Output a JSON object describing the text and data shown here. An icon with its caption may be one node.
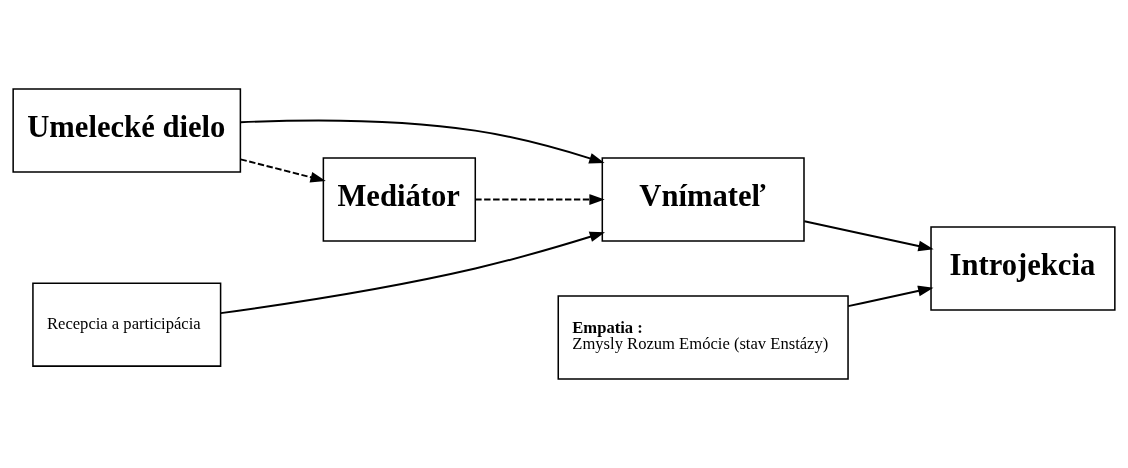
{
  "diagram": {
    "nodes": [
      {
        "text": [
          "Umelecké dielo"
        ]
      },
      {
        "text": [
          "Recepcia a participácia"
        ]
      },
      {
        "text": [
          "Vnímateľ"
        ]
      },
      {
        "text": [
          "Empatia :",
          "Zmysly Rozum Emócie (stav Enstázy)"
        ]
      },
      {
        "text": [
          "Introjekcia"
        ]
      },
      {
        "text": [
          "Mediátor"
        ]
      }
    ],
    "edges": [
      {
        "from": 0,
        "to": 2,
        "arrow": "to"
      },
      {
        "from": 1,
        "to": 2,
        "arrow": "to"
      },
      {
        "from": 2,
        "to": 4,
        "arrow": "to"
      },
      {
        "from": 3,
        "to": 4,
        "arrow": "to"
      },
      {
        "from": 0,
        "to": 5,
        "arrow": "to",
        "style": "dashed"
      },
      {
        "from": 5,
        "to": 2,
        "arrow": "to",
        "style": "dashed"
      }
    ]
  }
}
